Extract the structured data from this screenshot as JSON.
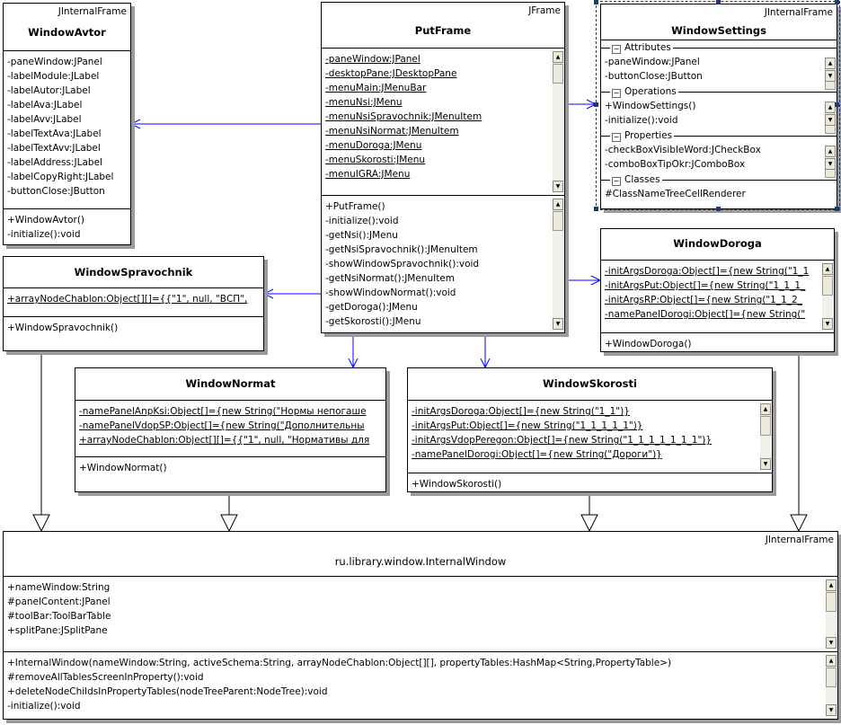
{
  "colors": {
    "association": "#0000ff",
    "generalization": "#000000",
    "selection": "#1a3c6e"
  },
  "classes": {
    "avtor": {
      "stereotype": "JInternalFrame",
      "name": "WindowAvtor",
      "attributes": [
        "-paneWindow:JPanel",
        "-labelModule:JLabel",
        "-labelAutor:JLabel",
        "-labelAva:JLabel",
        "-labelAvv:JLabel",
        "-labelTextAva:JLabel",
        "-labelTextAvv:JLabel",
        "-labelAddress:JLabel",
        "-labelCopyRight:JLabel",
        "-buttonClose:JButton"
      ],
      "operations": [
        "+WindowAvtor()",
        "-initialize():void"
      ]
    },
    "put": {
      "stereotype": "JFrame",
      "name": "PutFrame",
      "static_attributes": true,
      "attributes": [
        "-paneWindow:JPanel",
        "-desktopPane:JDesktopPane",
        "-menuMain:JMenuBar",
        "-menuNsi:JMenu",
        "-menuNsiSpravochnik:JMenuItem",
        "-menuNsiNormat:JMenuItem",
        "-menuDoroga:JMenu",
        "-menuSkorosti:JMenu",
        "-menuIGRA:JMenu"
      ],
      "operations": [
        "+PutFrame()",
        "-initialize():void",
        "-getNsi():JMenu",
        "-getNsiSpravochnik():JMenuItem",
        "-showWindowSpravochnik():void",
        "-getNsiNormat():JMenuItem",
        "-showWindowNormat():void",
        "-getDoroga():JMenu",
        "-getSkorosti():JMenu"
      ]
    },
    "settings": {
      "stereotype": "JInternalFrame",
      "name": "WindowSettings",
      "compartments": [
        {
          "title": "Attributes",
          "items": [
            "-paneWindow:JPanel",
            "-buttonClose:JButton"
          ]
        },
        {
          "title": "Operations",
          "items": [
            "+WindowSettings()",
            "-initialize():void"
          ]
        },
        {
          "title": "Properties",
          "items": [
            "-checkBoxVisibleWord:JCheckBox",
            "-comboBoxTipOkr:JComboBox"
          ]
        },
        {
          "title": "Classes",
          "items": [
            "#ClassNameTreeCellRenderer"
          ]
        }
      ]
    },
    "sprav": {
      "name": "WindowSpravochnik",
      "static_attributes": true,
      "attributes": [
        "+arrayNodeChablon:Object[][]={{\"1\", null, \"ВСП\","
      ],
      "operations": [
        "+WindowSpravochnik()"
      ]
    },
    "doroga": {
      "name": "WindowDoroga",
      "static_attributes": true,
      "attributes": [
        "-initArgsDoroga:Object[]={new String(\"1_1",
        "-initArgsPut:Object[]={new String(\"1_1_1_",
        "-initArgsRP:Object[]={new String(\"1_1_2_",
        "-namePanelDorogi:Object[]={new String(\""
      ],
      "operations": [
        "+WindowDoroga()"
      ]
    },
    "normat": {
      "name": "WindowNormat",
      "static_attributes": true,
      "attributes": [
        "-namePanelAnpKsi:Object[]={new String(\"Нормы непогаше",
        "-namePanelVdopSP:Object[]={new String(\"Дополнительны",
        "+arrayNodeChablon:Object[][]={{\"1\", null, \"Нормативы для"
      ],
      "operations": [
        "+WindowNormat()"
      ]
    },
    "skorosti": {
      "name": "WindowSkorosti",
      "static_attributes": true,
      "attributes": [
        "-initArgsDoroga:Object[]={new String(\"1_1\")}",
        "-initArgsPut:Object[]={new String(\"1_1_1_1_1\")}",
        "-initArgsVdopPeregon:Object[]={new String(\"1_1_1_1_1_1_1\")}",
        "-namePanelDorogi:Object[]={new String(\"Дороги\")}"
      ],
      "operations": [
        "+WindowSkorosti()"
      ]
    },
    "internal": {
      "stereotype": "JInternalFrame",
      "name": "ru.library.window.InternalWindow",
      "attributes": [
        "+nameWindow:String",
        "#panelContent:JPanel",
        "#toolBar:ToolBarTable",
        "+splitPane:JSplitPane"
      ],
      "operations": [
        "+InternalWindow(nameWindow:String, activeSchema:String, arrayNodeChablon:Object[][], propertyTables:HashMap<String,PropertyTable>)",
        "#removeAllTablesScreenInProperty():void",
        "+deleteNodeChildsInPropertyTables(nodeTreeParent:NodeTree):void",
        "-initialize():void"
      ]
    }
  },
  "associations": [
    {
      "from": "put",
      "to": "avtor"
    },
    {
      "from": "put",
      "to": "sprav"
    },
    {
      "from": "put",
      "to": "normat"
    },
    {
      "from": "put",
      "to": "skorosti"
    },
    {
      "from": "put",
      "to": "doroga"
    },
    {
      "from": "put",
      "to": "settings"
    }
  ],
  "generalizations": [
    {
      "from": "sprav",
      "to": "internal"
    },
    {
      "from": "normat",
      "to": "internal"
    },
    {
      "from": "skorosti",
      "to": "internal"
    },
    {
      "from": "doroga",
      "to": "internal"
    }
  ]
}
